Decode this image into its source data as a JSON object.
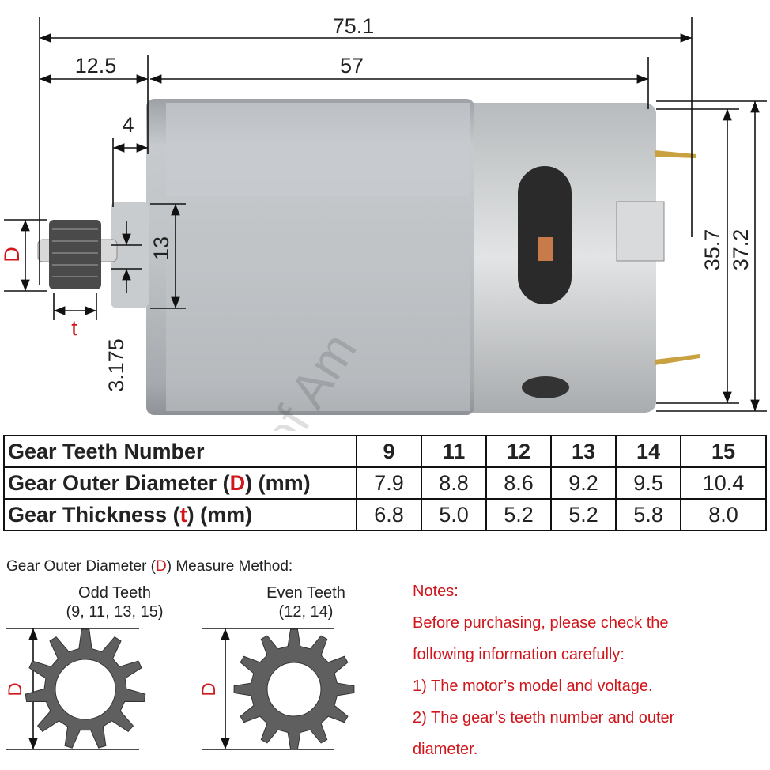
{
  "dimensions": {
    "overall_length": "75.1",
    "shaft_length": "12.5",
    "body_length": "57",
    "boss_length": "4",
    "gear_diameter_label": "D",
    "gear_thickness_label": "t",
    "boss_diameter": "13",
    "shaft_diameter": "3.175",
    "body_diameter_inner": "35.7",
    "body_diameter_outer": "37.2"
  },
  "watermark": "Amreak of Am",
  "table": {
    "header": {
      "label": "Gear Teeth Number",
      "values": [
        "9",
        "11",
        "12",
        "13",
        "14",
        "15"
      ]
    },
    "rows": [
      {
        "label_pre": "Gear Outer Diameter (",
        "label_mark": "D",
        "label_post": ") (mm)",
        "values": [
          "7.9",
          "8.8",
          "8.6",
          "9.2",
          "9.5",
          "10.4"
        ]
      },
      {
        "label_pre": "Gear Thickness (",
        "label_mark": "t",
        "label_post": ") (mm)",
        "values": [
          "6.8",
          "5.0",
          "5.2",
          "5.2",
          "5.8",
          "8.0"
        ]
      }
    ]
  },
  "method": {
    "title_pre": "Gear Outer Diameter (",
    "title_mark": "D",
    "title_post": ") Measure Method:",
    "odd": {
      "title": "Odd Teeth",
      "list": "(9, 11, 13, 15)",
      "dim": "D"
    },
    "even": {
      "title": "Even Teeth",
      "list": "(12, 14)",
      "dim": "D"
    }
  },
  "notes": {
    "title": "Notes:",
    "lines": [
      "Before purchasing, please check the",
      "following information carefully:",
      "1) The motor’s model and voltage.",
      "2) The gear’s teeth number and  outer",
      "diameter."
    ]
  },
  "colors": {
    "accent_red": "#d0151b",
    "motor_gray": "#b9bdc0",
    "gear_gray": "#5f5f5f"
  }
}
